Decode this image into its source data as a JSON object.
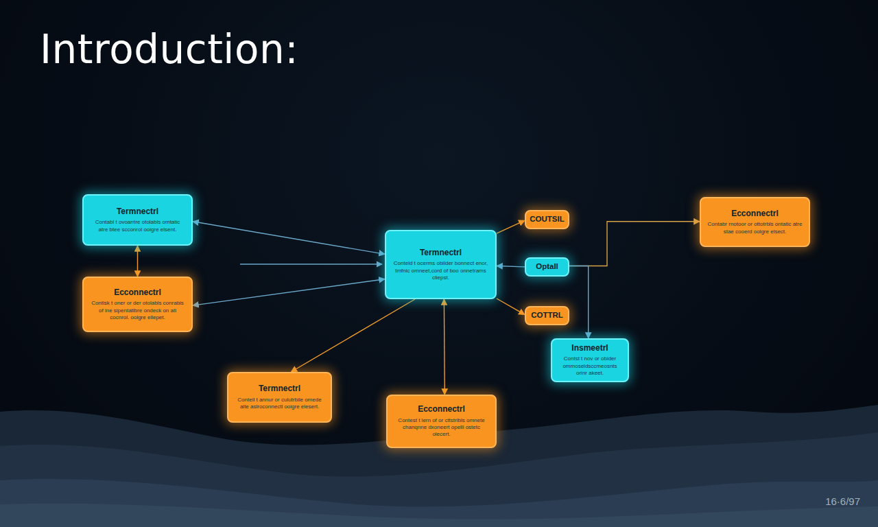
{
  "diagram": {
    "title": "Introduction:",
    "nodes": [
      {
        "text": [
          "Termnectrl",
          "Contabl t ovoarrire otolabls omtatic atre btee scconrol ooigre elsent."
        ]
      },
      {
        "text": [
          "Ecconnectrl",
          "Contabr rnotoor or ottotrbls ontatic atre stae cooerd oolgre elsect."
        ]
      },
      {
        "text": [
          "COUTSIL"
        ]
      },
      {
        "text": [
          "Termnectrl",
          "Conteld t ocerms obilder bonnect enor, tmfnic omneet,cord of boo onnetrams cliepst."
        ]
      },
      {
        "text": [
          "Optall"
        ]
      },
      {
        "text": [
          "Ecconnectrl",
          "Contisk t oner or der otolabls conrabis of ine sipentatibre ondeck on ati cocnrol. oolgre ellepet."
        ]
      },
      {
        "text": [
          "COTTRL"
        ]
      },
      {
        "text": [
          "Insmeetrl",
          "Contst t nov or obider ommoseldsccmeosnts orinr akeet."
        ]
      },
      {
        "text": [
          "Termnectrl",
          "Conteil t annur or culutrbile omede alte aslroconnectl ooigre elesert."
        ]
      },
      {
        "text": [
          "Ecconnectrl",
          "Contest t lern of or cttstrlbls omnete chanqnne dxoneert opelll ostetc olecert."
        ]
      }
    ],
    "edges": [
      {
        "from": 0,
        "to": 3,
        "arrow": "both"
      },
      {
        "from": 3,
        "to": 5,
        "arrow": "both"
      },
      {
        "from": 0,
        "to": 5,
        "arrow": "both"
      },
      {
        "from": 3,
        "to": 2,
        "arrow": "to"
      },
      {
        "from": 4,
        "to": 3,
        "arrow": "to"
      },
      {
        "from": 3,
        "to": 6,
        "arrow": "to"
      },
      {
        "from": 4,
        "to": 1,
        "arrow": "to"
      },
      {
        "from": 4,
        "to": 7,
        "arrow": "to"
      },
      {
        "from": 3,
        "to": 8,
        "arrow": "to"
      },
      {
        "from": 3,
        "to": 9,
        "arrow": "both"
      }
    ],
    "labels": [
      "16·6/97"
    ]
  }
}
